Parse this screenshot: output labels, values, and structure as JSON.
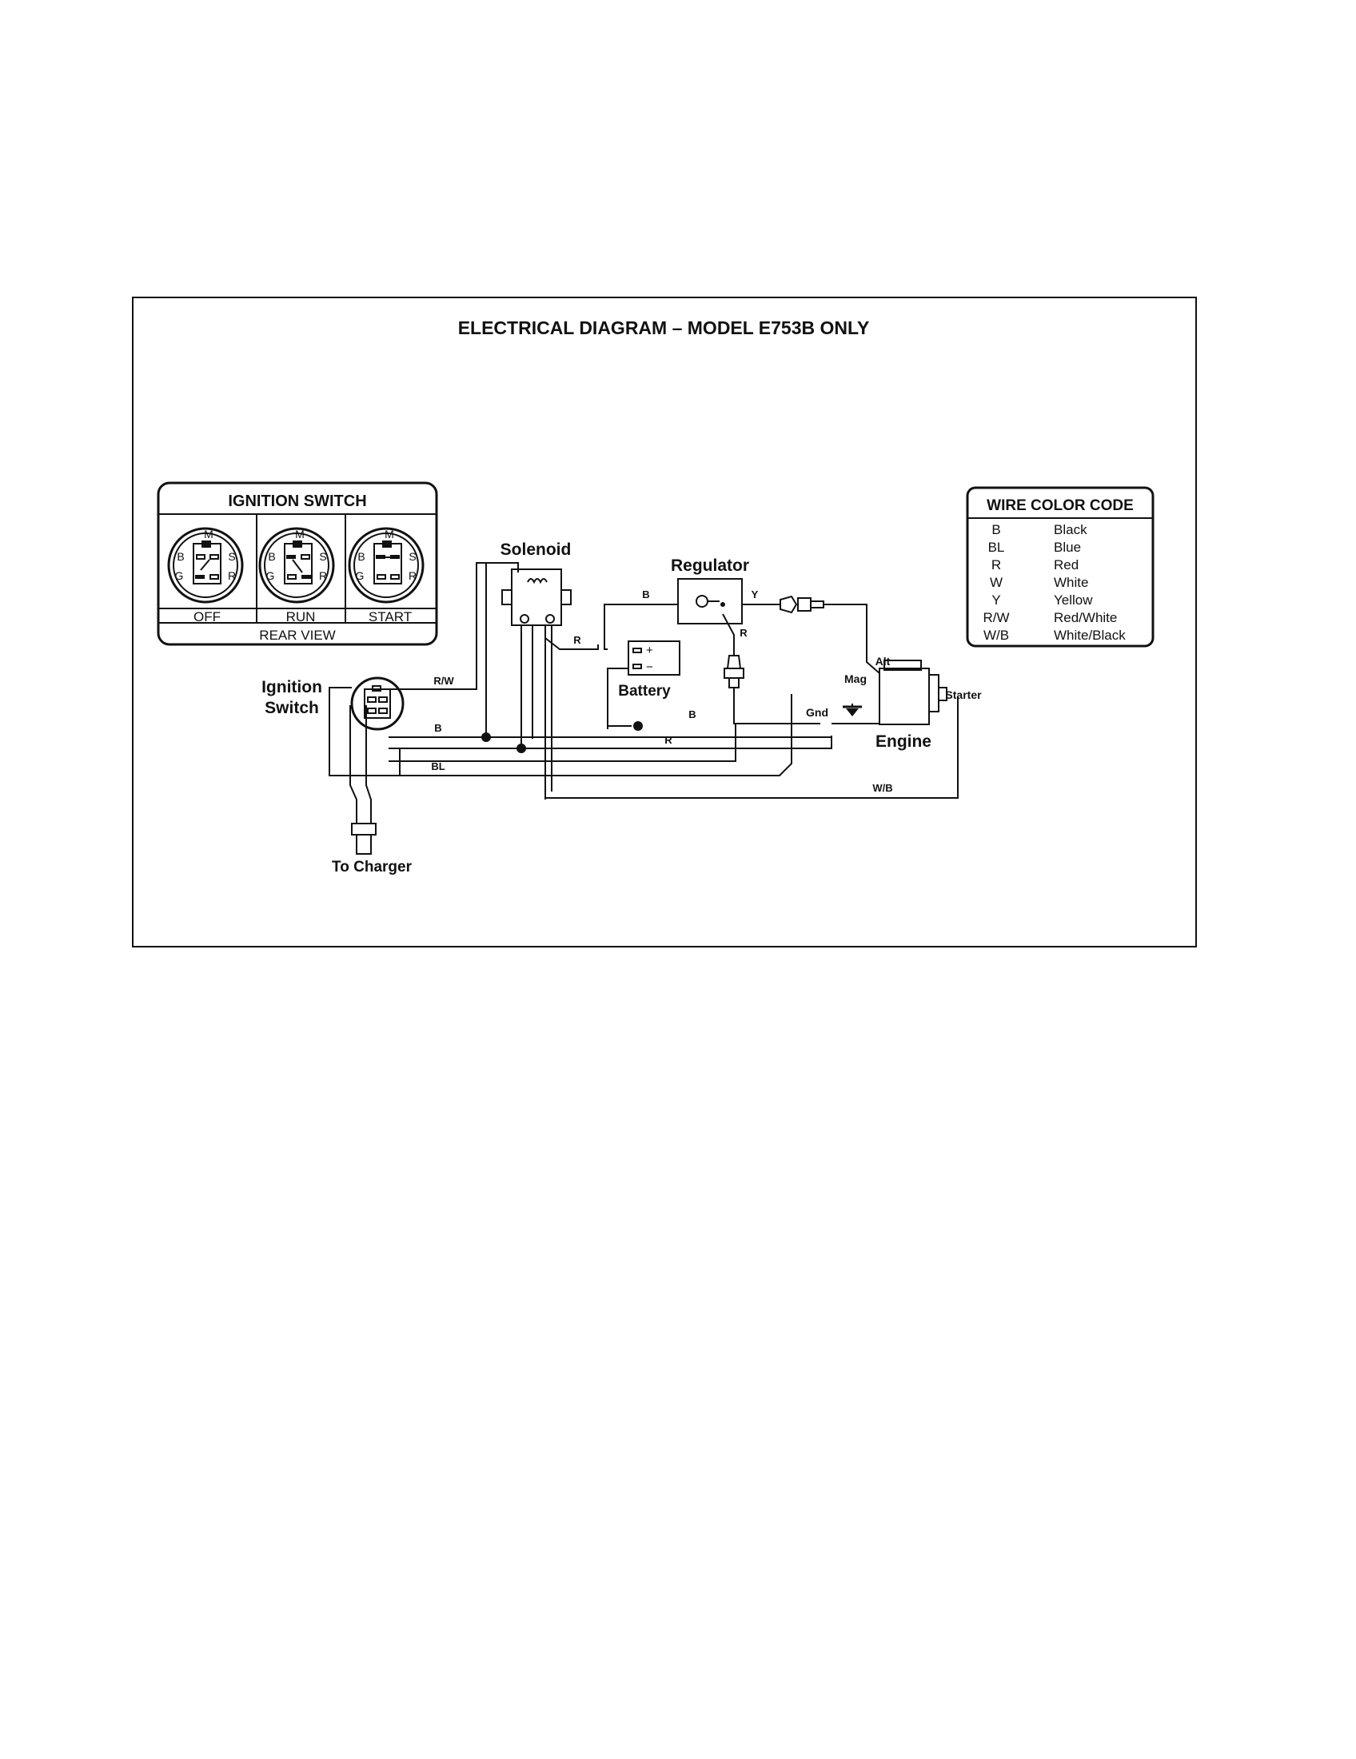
{
  "title": "ELECTRICAL DIAGRAM – MODEL E753B ONLY",
  "ignition_switch_panel": {
    "title": "IGNITION SWITCH",
    "footer": "REAR VIEW",
    "terminals": {
      "m": "M",
      "b": "B",
      "s": "S",
      "g": "G",
      "r": "R"
    },
    "positions": [
      "OFF",
      "RUN",
      "START"
    ]
  },
  "wire_color_code": {
    "title": "WIRE COLOR CODE",
    "entries": [
      {
        "code": "B",
        "color": "Black"
      },
      {
        "code": "BL",
        "color": "Blue"
      },
      {
        "code": "R",
        "color": "Red"
      },
      {
        "code": "W",
        "color": "White"
      },
      {
        "code": "Y",
        "color": "Yellow"
      },
      {
        "code": "R/W",
        "color": "Red/White"
      },
      {
        "code": "W/B",
        "color": "White/Black"
      }
    ]
  },
  "components": {
    "solenoid": "Solenoid",
    "regulator": "Regulator",
    "battery": "Battery",
    "ignition_switch_line1": "Ignition",
    "ignition_switch_line2": "Switch",
    "engine": "Engine",
    "alt": "Alt",
    "mag": "Mag",
    "starter": "Starter",
    "gnd": "Gnd",
    "to_charger": "To Charger",
    "battery_plus": "+",
    "battery_minus": "−"
  },
  "wire_labels": {
    "rw": "R/W",
    "b_switch": "B",
    "bl": "BL",
    "b_reg": "B",
    "y": "Y",
    "r_sol": "R",
    "r_reg": "R",
    "b_eng": "B",
    "r_main": "R",
    "wb": "W/B"
  }
}
